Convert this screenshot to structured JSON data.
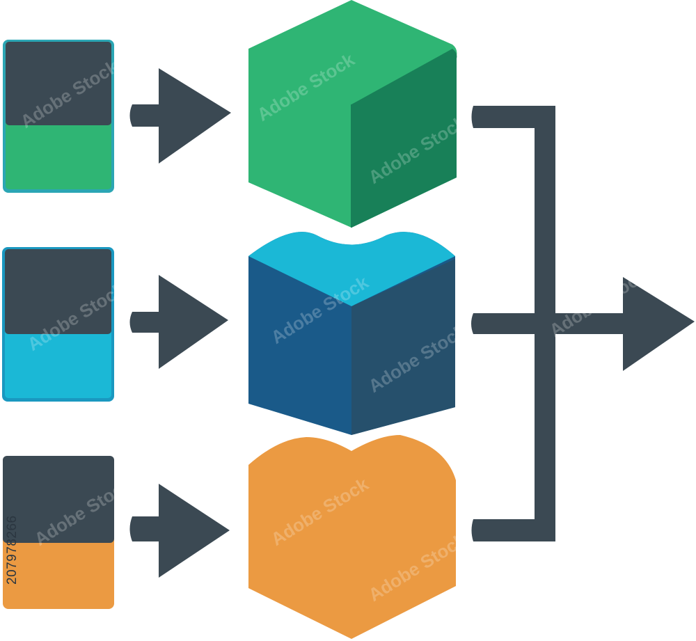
{
  "stock_id": "207978266",
  "watermark": "Adobe Stock",
  "colors": {
    "dark": "#3b4953",
    "green": "#2fb574",
    "green_dark": "#188058",
    "cyan": "#1bb8d6",
    "blue": "#1a5a89",
    "blue_dark": "#26506c",
    "orange": "#eb9a42",
    "background": "#ffffff"
  },
  "rows": [
    {
      "name": "green",
      "icon": "green-cube-icon"
    },
    {
      "name": "blue",
      "icon": "blue-cube-icon"
    },
    {
      "name": "orange",
      "icon": "orange-cube-icon"
    }
  ]
}
